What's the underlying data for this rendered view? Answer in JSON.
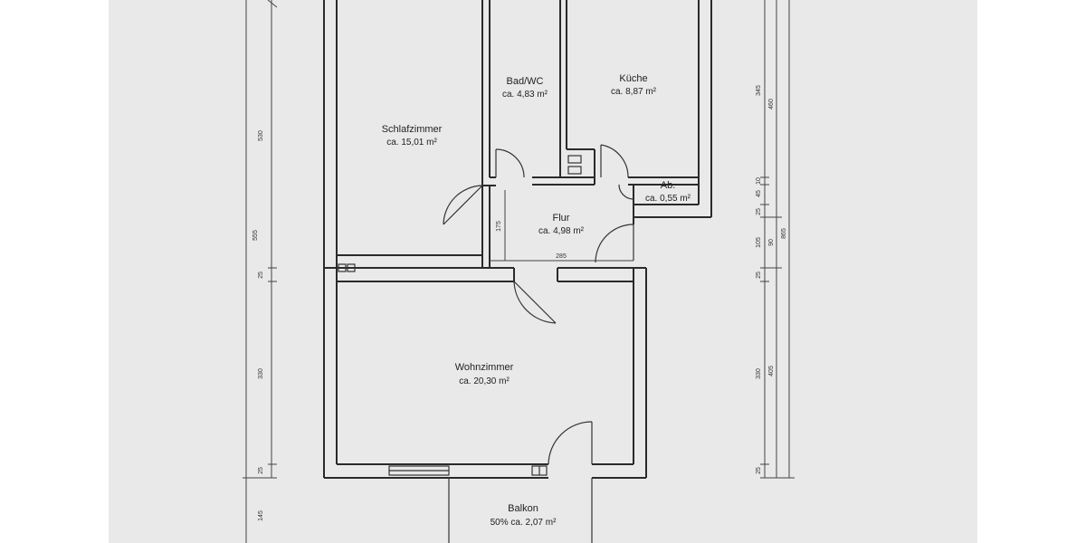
{
  "colors": {
    "paper": "#e9e9e9",
    "margin": "#ffffff",
    "ink": "#2a2a2a"
  },
  "rooms": {
    "schlafzimmer": {
      "name": "Schlafzimmer",
      "area": "ca. 15,01 m²"
    },
    "bad": {
      "name": "Bad/WC",
      "area": "ca. 4,83 m²"
    },
    "kueche": {
      "name": "Küche",
      "area": "ca. 8,87 m²"
    },
    "ab": {
      "name": "Ab.",
      "area": "ca. 0,55 m²"
    },
    "flur": {
      "name": "Flur",
      "area": "ca. 4,98 m²"
    },
    "wohnzimmer": {
      "name": "Wohnzimmer",
      "area": "ca. 20,30 m²"
    },
    "balkon": {
      "name": "Balkon",
      "area": "50% ca. 2,07 m²"
    }
  },
  "dimensions": {
    "left_outer": "555",
    "left_530": "530",
    "left_25a": "25",
    "left_330": "330",
    "left_25b": "25",
    "left_145": "145",
    "right_345": "345",
    "right_10": "10",
    "right_45": "45",
    "right_25a": "25",
    "right_105": "105",
    "right_25b": "25",
    "right_330": "330",
    "right_25c": "25",
    "right_460": "460",
    "right_90": "90",
    "right_405": "405",
    "right_865": "865",
    "flur_175": "175",
    "flur_285": "285"
  }
}
